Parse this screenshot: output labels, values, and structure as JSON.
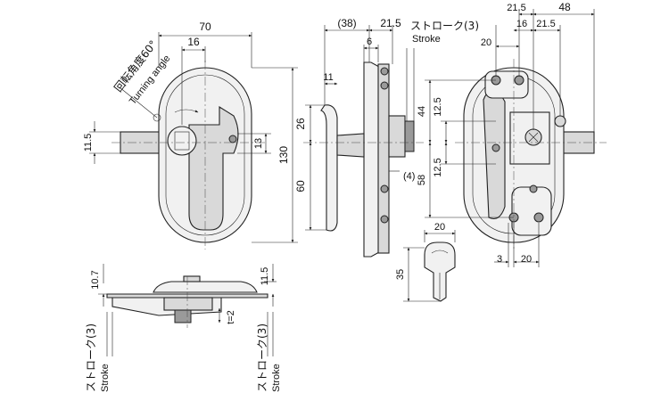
{
  "front_view": {
    "dim_width": "70",
    "dim_16": "16",
    "dim_height": "130",
    "dim_11_5": "11.5",
    "dim_13": "13",
    "rotation_label_jp": "回転角度60°",
    "rotation_label_en": "Turning angle"
  },
  "side_view": {
    "dim_38": "(38)",
    "dim_21_5": "21.5",
    "dim_6": "6",
    "dim_11": "11",
    "dim_26": "26",
    "dim_60": "60",
    "dim_4": "(4)",
    "stroke_label_jp": "ストローク(3)",
    "stroke_label_en": "Stroke"
  },
  "rear_view": {
    "dim_21_5_top": "21.5",
    "dim_48": "48",
    "dim_16": "16",
    "dim_21_5": "21.5",
    "dim_20_top": "20",
    "dim_44": "44",
    "dim_12_5_a": "12.5",
    "dim_12_5_b": "12.5",
    "dim_58": "58",
    "dim_3": "3",
    "dim_20_bottom": "20"
  },
  "key_view": {
    "dim_20": "20",
    "dim_35": "35"
  },
  "bottom_view": {
    "dim_10_7": "10.7",
    "dim_11_5": "11.5",
    "dim_t2": "t=2",
    "stroke_left_jp": "ストローク(3)",
    "stroke_left_en": "Stroke",
    "stroke_right_jp": "ストローク(3)",
    "stroke_right_en": "Stroke"
  },
  "colors": {
    "line": "#222222",
    "part_fill": "#f1f1f1",
    "shade_fill": "#d9d9d9"
  }
}
